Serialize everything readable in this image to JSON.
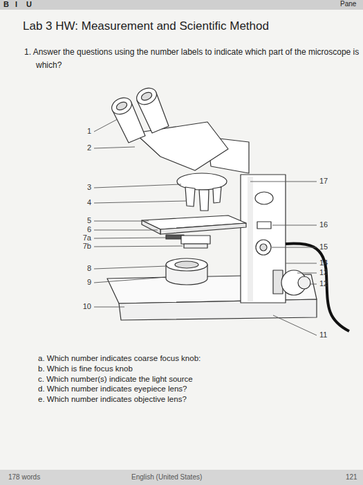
{
  "diagram": {
    "title": "Lab 3 HW: Measurement and Scientific Method",
    "labels": [
      "B",
      "I",
      "U",
      "Pane",
      "1. Answer the questions using the number labels to indicate which part of the microscope is which?",
      "1",
      "2",
      "3",
      "4",
      "5",
      "6",
      "7a",
      "7b",
      "8",
      "9",
      "10",
      "17",
      "16",
      "15",
      "14",
      "13",
      "12",
      "11",
      "a. Which number indicates coarse focus knob:",
      "b. Which is fine focus knob",
      "c. Which number(s) indicate the light source",
      "d. Which number indicates eyepiece lens?",
      "e. Which number indicates objective lens?",
      "178 words",
      "English (United States)",
      "121"
    ]
  }
}
